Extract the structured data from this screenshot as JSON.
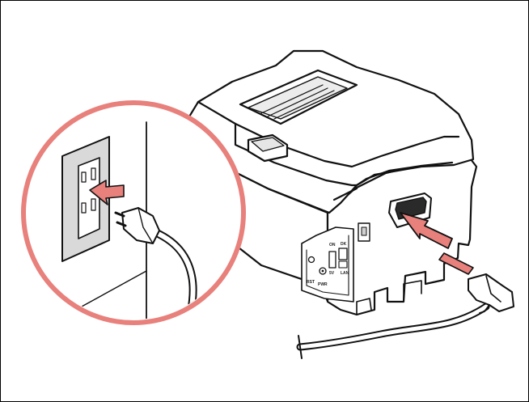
{
  "illustration": {
    "subject": "printer-power-connection",
    "port_labels": [
      "RST",
      "PWR",
      "ON",
      "5V",
      "DK",
      "LAN"
    ],
    "colors": {
      "highlight_circle": "#e8807c",
      "arrow": "#e8807c",
      "outline": "#111111",
      "wall_plate": "#d9d9d9",
      "printer_body": "#ffffff",
      "shade": "#e6e6e6"
    },
    "icons": [
      "wall-outlet-icon",
      "power-plug-icon",
      "power-cord-connector-icon",
      "insert-arrow-icon"
    ]
  }
}
